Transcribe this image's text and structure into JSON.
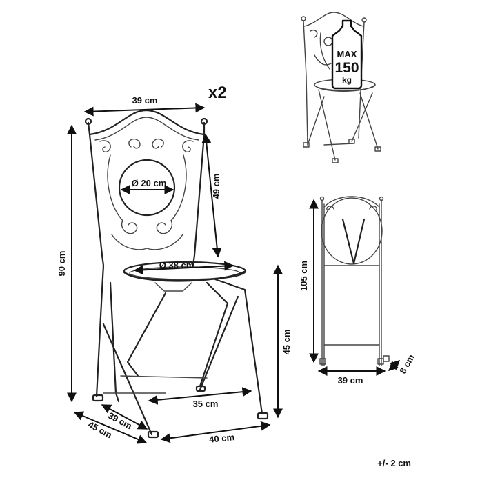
{
  "quantity": "x2",
  "tolerance": "+/- 2 cm",
  "weight_badge": {
    "max": "MAX",
    "value": "150",
    "unit": "kg"
  },
  "dimensions": {
    "back_width": "39 cm",
    "backrest_height": "49 cm",
    "medallion_diameter": "Ø 20 cm",
    "seat_diameter": "Ø 38 cm",
    "total_height": "90 cm",
    "seat_height": "45 cm",
    "rail_width": "35 cm",
    "depth_inner": "39 cm",
    "depth_outer": "45 cm",
    "base_width": "40 cm",
    "folded_height": "105 cm",
    "folded_width": "39 cm",
    "folded_depth": "8 cm"
  },
  "colors": {
    "line": "#222222",
    "background": "#ffffff"
  }
}
